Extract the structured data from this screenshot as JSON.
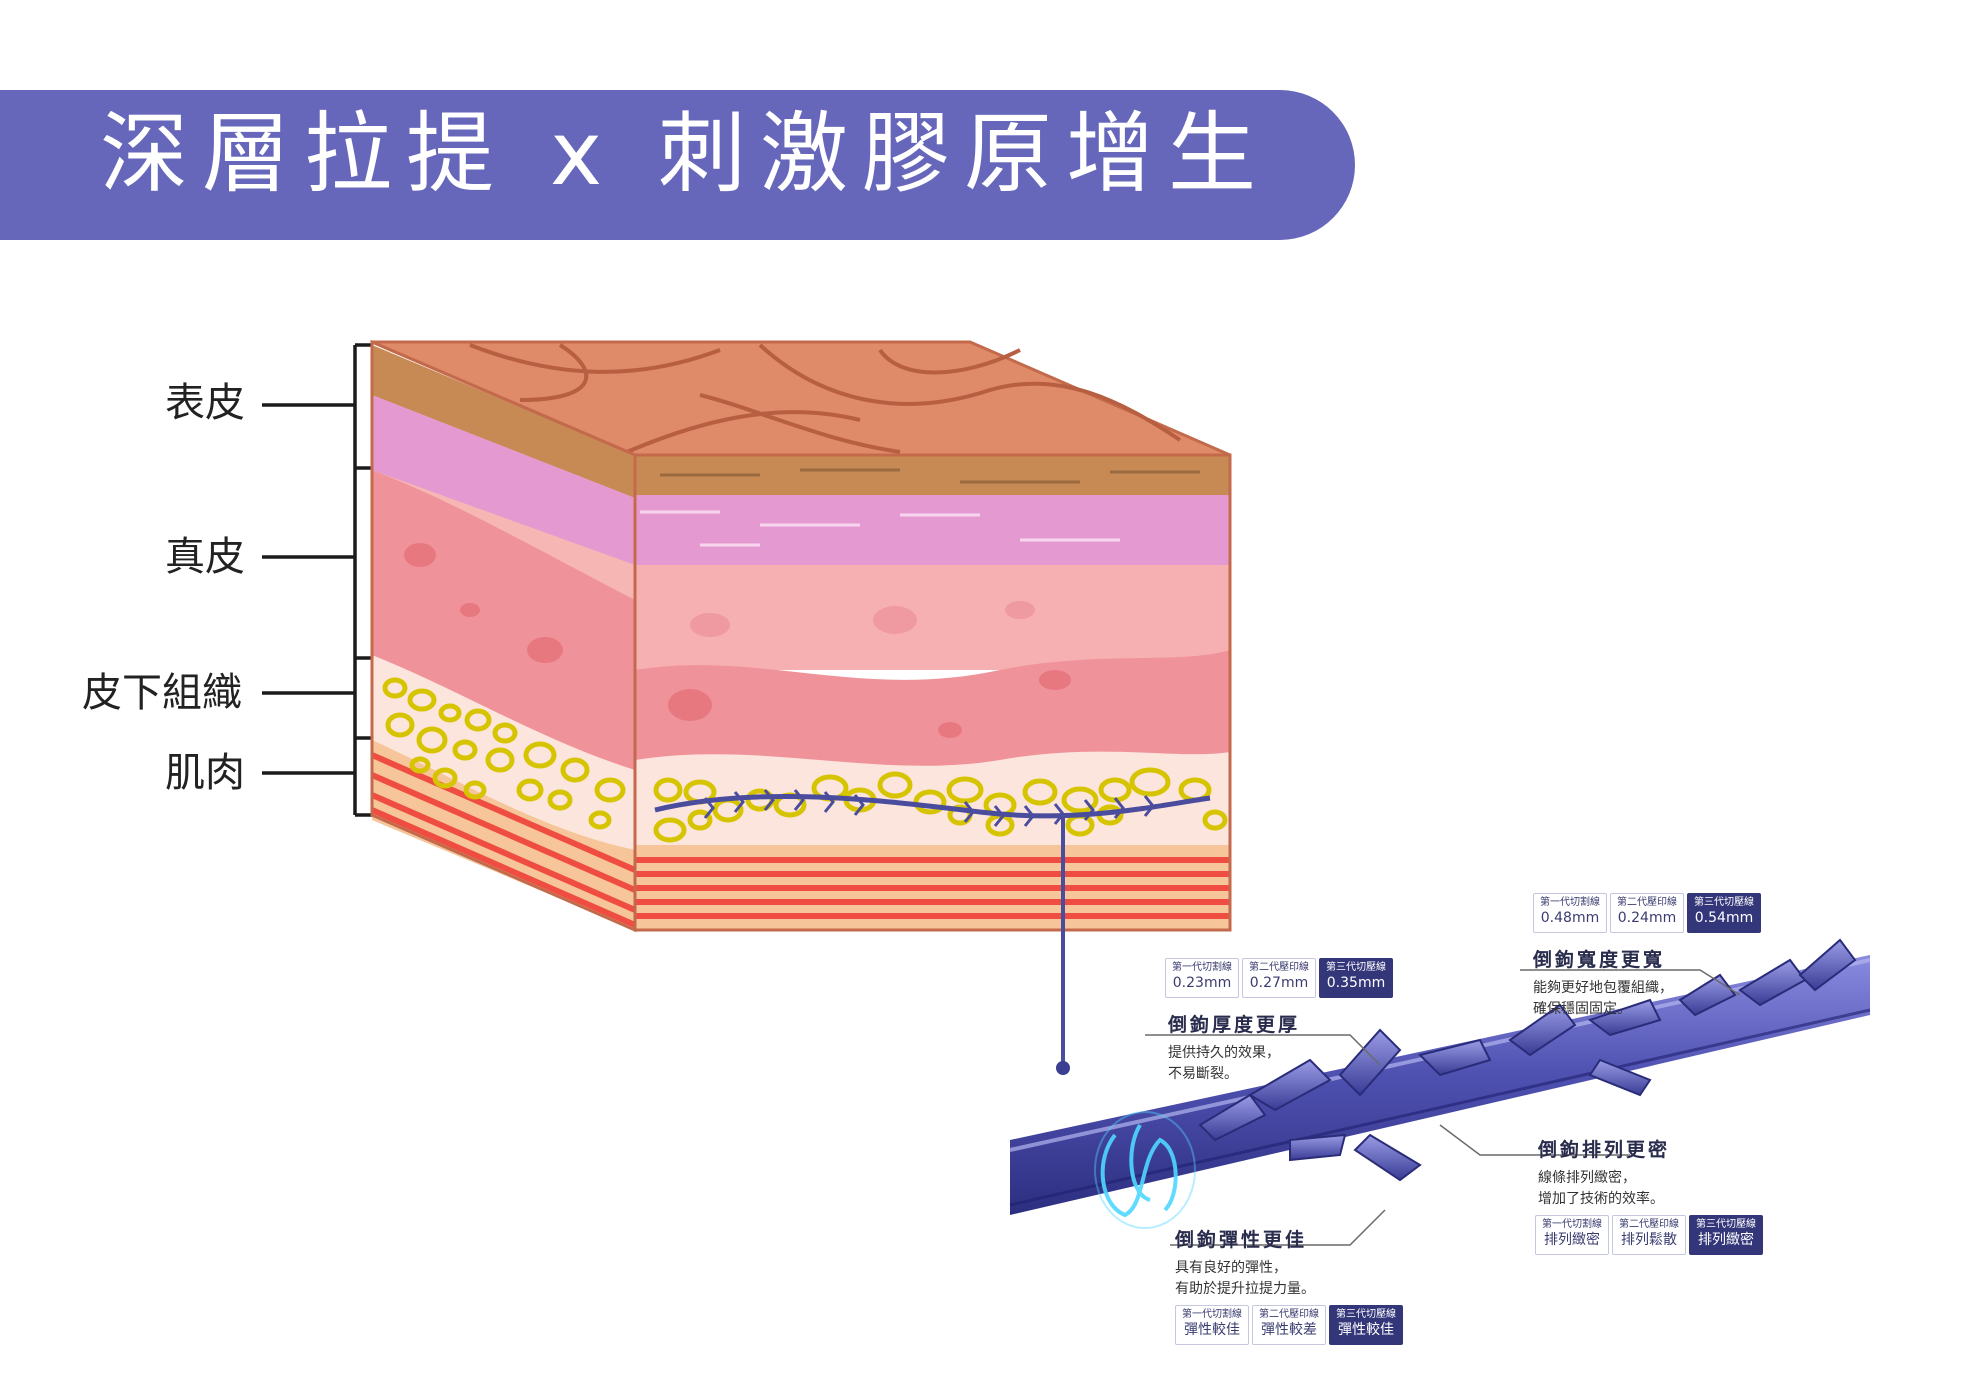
{
  "banner": {
    "title": "深層拉提 x 刺激膠原增生"
  },
  "layers": [
    "表皮",
    "真皮",
    "皮下組織",
    "肌肉"
  ],
  "features": [
    {
      "title": "倒鉤厚度更厚",
      "desc": [
        "提供持久的效果，",
        "不易斷裂。"
      ],
      "chips": [
        {
          "k": "第一代切割線",
          "v": "0.23mm"
        },
        {
          "k": "第二代壓印線",
          "v": "0.27mm"
        },
        {
          "k": "第三代切壓線",
          "v": "0.35mm"
        }
      ]
    },
    {
      "title": "倒鉤寬度更寬",
      "desc": [
        "能夠更好地包覆組織，",
        "確保穩固固定。"
      ],
      "chips": [
        {
          "k": "第一代切割線",
          "v": "0.48mm"
        },
        {
          "k": "第二代壓印線",
          "v": "0.24mm"
        },
        {
          "k": "第三代切壓線",
          "v": "0.54mm"
        }
      ]
    },
    {
      "title": "倒鉤排列更密",
      "desc": [
        "線條排列緻密，",
        "增加了技術的效率。"
      ],
      "chips": [
        {
          "k": "第一代切割線",
          "v": "排列緻密"
        },
        {
          "k": "第二代壓印線",
          "v": "排列鬆散"
        },
        {
          "k": "第三代切壓線",
          "v": "排列緻密"
        }
      ]
    },
    {
      "title": "倒鉤彈性更佳",
      "desc": [
        "具有良好的彈性，",
        "有助於提升拉提力量。"
      ],
      "chips": [
        {
          "k": "第一代切割線",
          "v": "彈性較佳"
        },
        {
          "k": "第二代壓印線",
          "v": "彈性較差"
        },
        {
          "k": "第三代切壓線",
          "v": "彈性較佳"
        }
      ]
    }
  ],
  "colors": {
    "banner": "#6667bb",
    "thread": "#5153b0",
    "chip_active": "#34367a"
  }
}
